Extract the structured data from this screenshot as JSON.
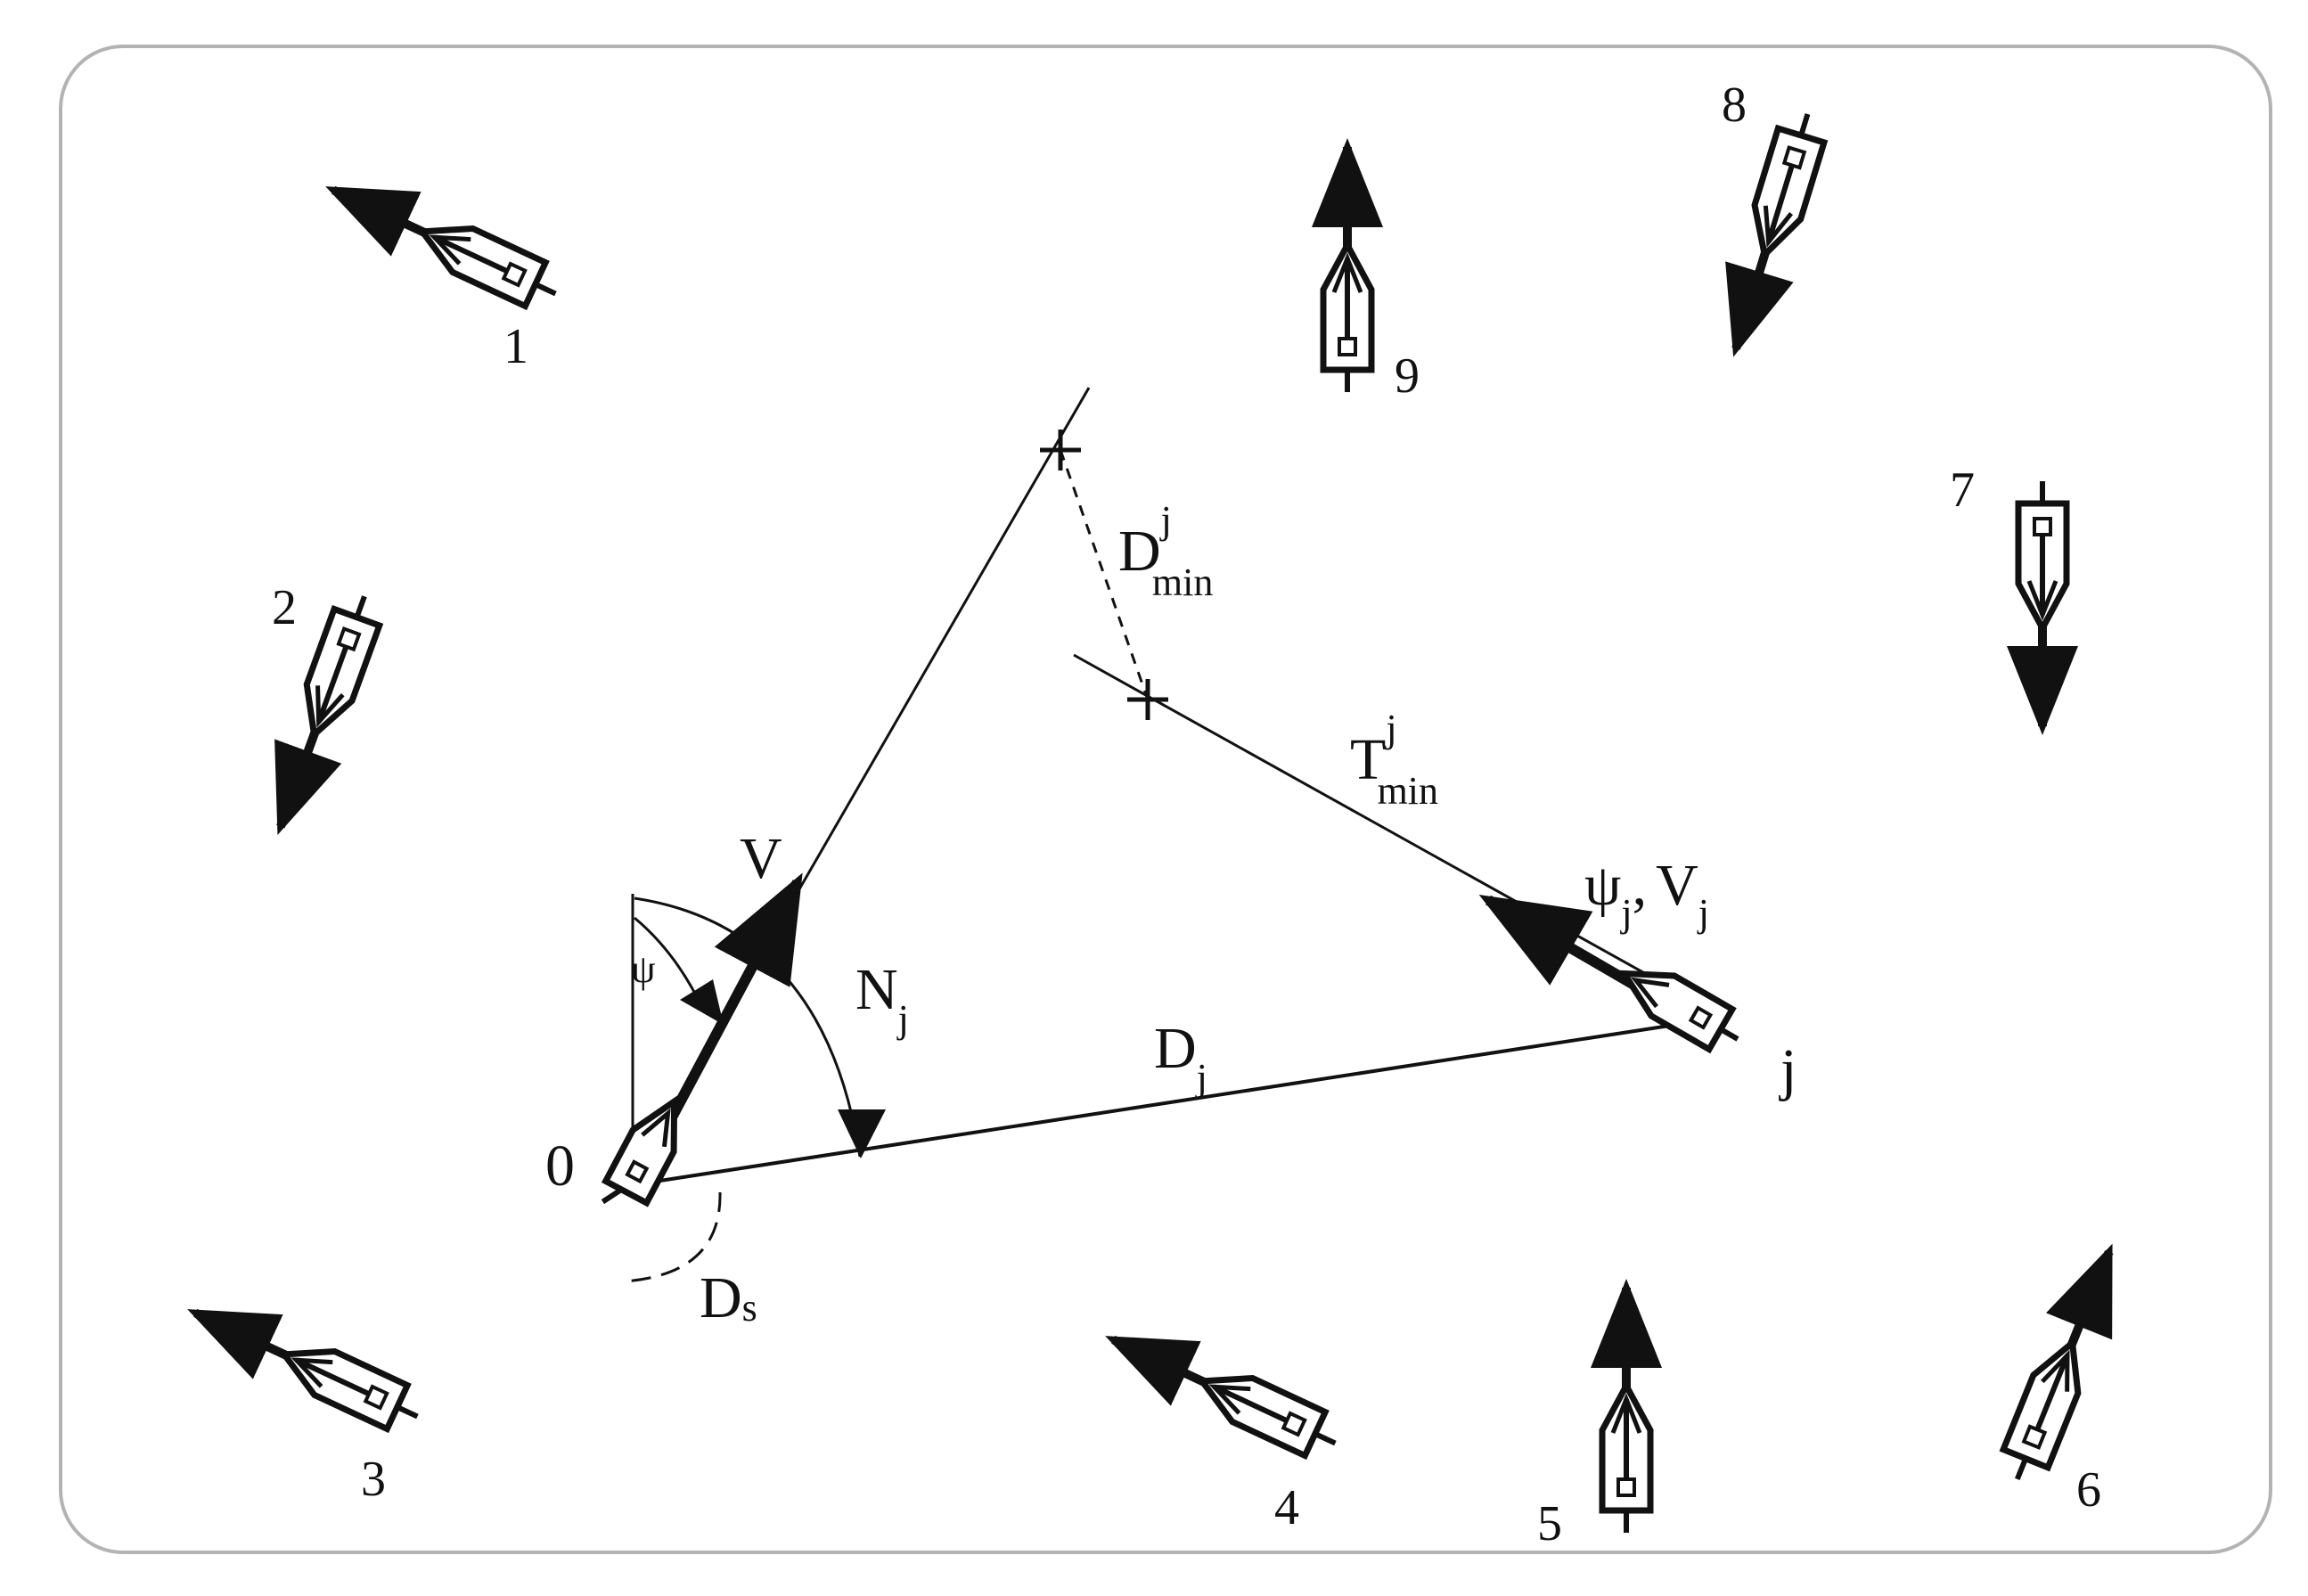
{
  "diagram": {
    "own_ship": {
      "label": "0",
      "speed_label": "V",
      "heading_label": "ψ",
      "safe_distance": {
        "main": "D",
        "sub": "s"
      }
    },
    "target_ship": {
      "label": "j",
      "course_main": "ψ",
      "course_sub": "j",
      "separator": ",",
      "speed_main": "V",
      "speed_sub": "j"
    },
    "bearing": {
      "main": "N",
      "sub": "j"
    },
    "distance": {
      "main": "D",
      "sub": "j"
    },
    "cpa_distance": {
      "main": "D",
      "sup": "j",
      "sub": "min"
    },
    "cpa_time": {
      "main": "T",
      "sup": "j",
      "sub": "min"
    },
    "other_ships": [
      {
        "label": "1",
        "heading_deg": 295
      },
      {
        "label": "2",
        "heading_deg": 200
      },
      {
        "label": "3",
        "heading_deg": 295
      },
      {
        "label": "4",
        "heading_deg": 295
      },
      {
        "label": "5",
        "heading_deg": 0
      },
      {
        "label": "6",
        "heading_deg": 22
      },
      {
        "label": "7",
        "heading_deg": 180
      },
      {
        "label": "8",
        "heading_deg": 197
      },
      {
        "label": "9",
        "heading_deg": 0
      }
    ],
    "colors": {
      "stroke": "#111111",
      "frame": "#b3b3b3",
      "background": "#ffffff"
    }
  }
}
